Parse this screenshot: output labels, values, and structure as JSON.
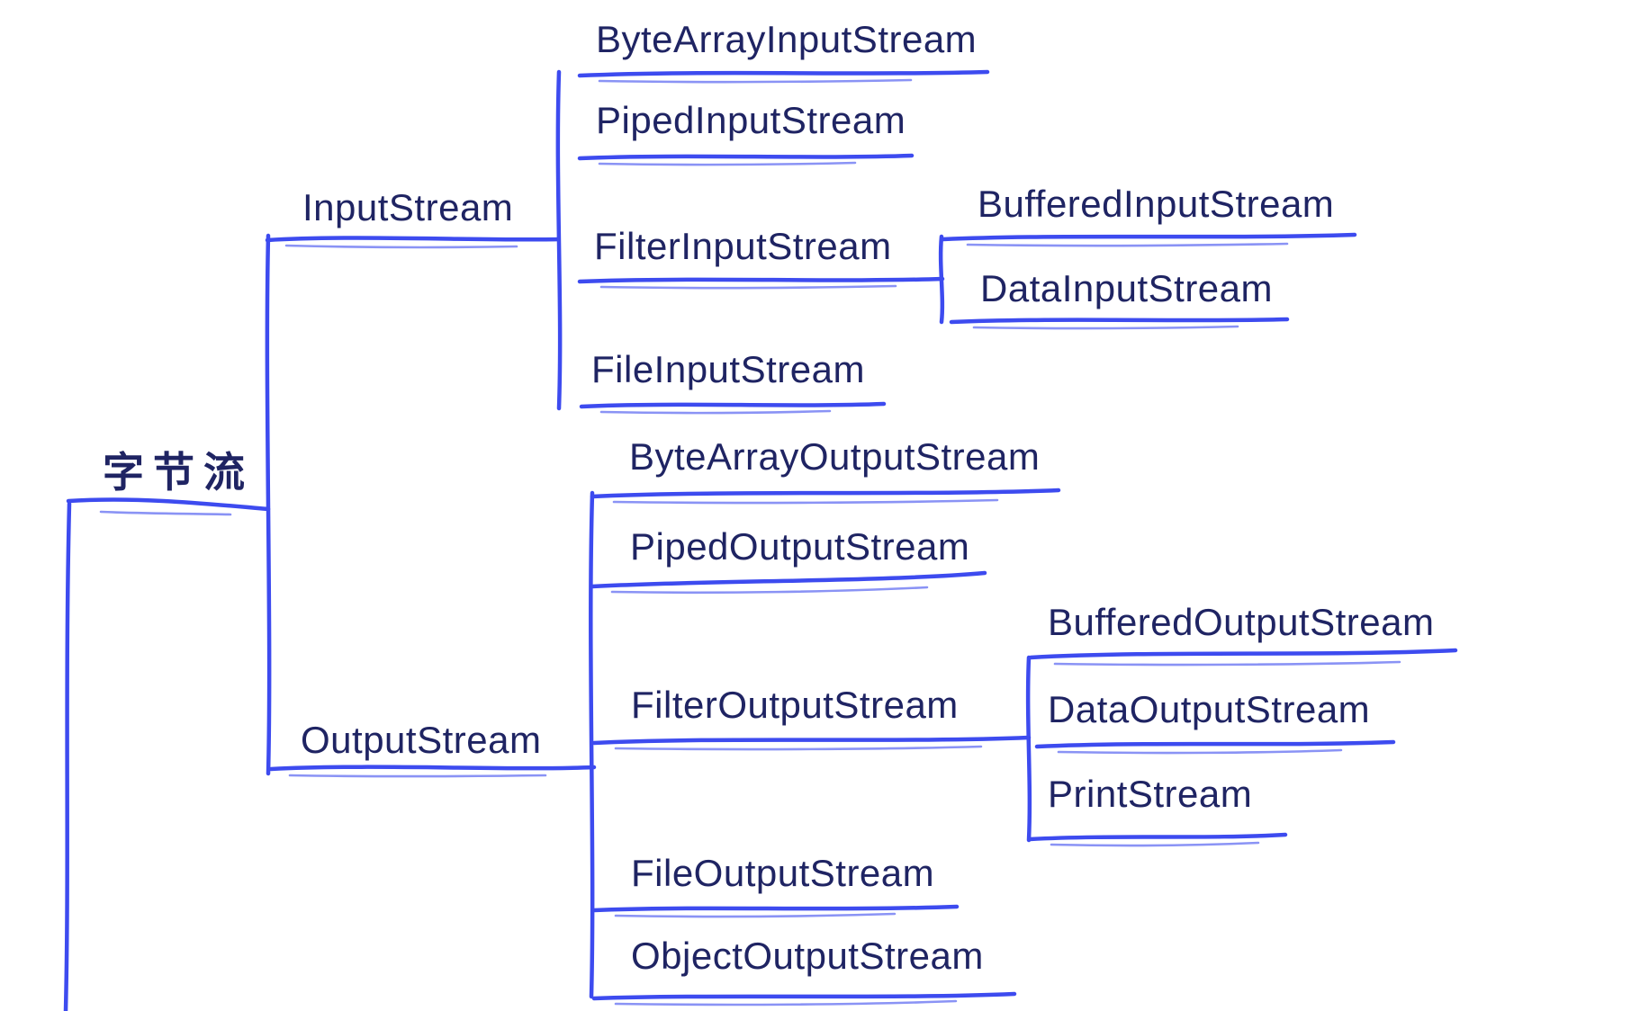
{
  "diagram": {
    "title": "Java byte stream class hierarchy mind map",
    "colors": {
      "line": "#3d4bef",
      "line_echo": "#8a93f5",
      "text": "#1f2463",
      "background": "#ffffff"
    },
    "root": {
      "label": "字节流"
    },
    "branches": {
      "input": {
        "label": "InputStream",
        "children": {
          "byte_array": {
            "label": "ByteArrayInputStream"
          },
          "piped": {
            "label": "PipedInputStream"
          },
          "filter": {
            "label": "FilterInputStream",
            "children": {
              "buffered": {
                "label": "BufferedInputStream"
              },
              "data": {
                "label": "DataInputStream"
              }
            }
          },
          "file": {
            "label": "FileInputStream"
          }
        }
      },
      "output": {
        "label": "OutputStream",
        "children": {
          "byte_array": {
            "label": "ByteArrayOutputStream"
          },
          "piped": {
            "label": "PipedOutputStream"
          },
          "filter": {
            "label": "FilterOutputStream",
            "children": {
              "buffered": {
                "label": "BufferedOutputStream"
              },
              "data": {
                "label": "DataOutputStream"
              },
              "print": {
                "label": "PrintStream"
              }
            }
          },
          "file": {
            "label": "FileOutputStream"
          },
          "object": {
            "label": "ObjectOutputStream"
          }
        }
      }
    }
  }
}
